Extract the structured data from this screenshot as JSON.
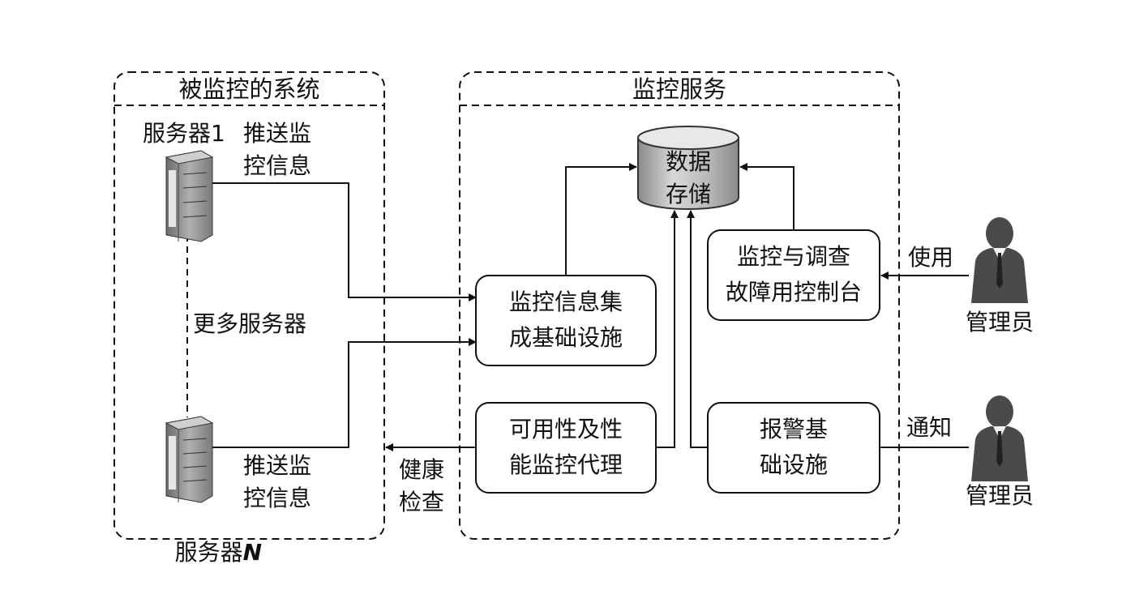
{
  "left_container": {
    "title": "被监控的系统"
  },
  "right_container": {
    "title": "监控服务"
  },
  "server_top": {
    "label": "服务器1",
    "push_text": "推送监\n控信息"
  },
  "server_bottom": {
    "label_prefix": "服务器",
    "label_suffix": "N",
    "push_text": "推送监\n控信息"
  },
  "more_servers": "更多服务器",
  "database": {
    "label": "数据\n存储"
  },
  "collector": {
    "label": "监控信息集\n成基础设施"
  },
  "agent": {
    "label": "可用性及性\n能监控代理"
  },
  "console": {
    "label": "监控与调查\n故障用控制台"
  },
  "alerting": {
    "label": "报警基\n础设施"
  },
  "health_check": "健康\n检查",
  "use_label": "使用",
  "notify_label": "通知",
  "admin_top": "管理员",
  "admin_bottom": "管理员",
  "colors": {
    "line": "#111111",
    "server_dark": "#555555",
    "server_light": "#9a9a9a",
    "person": "#4a4a4a"
  }
}
